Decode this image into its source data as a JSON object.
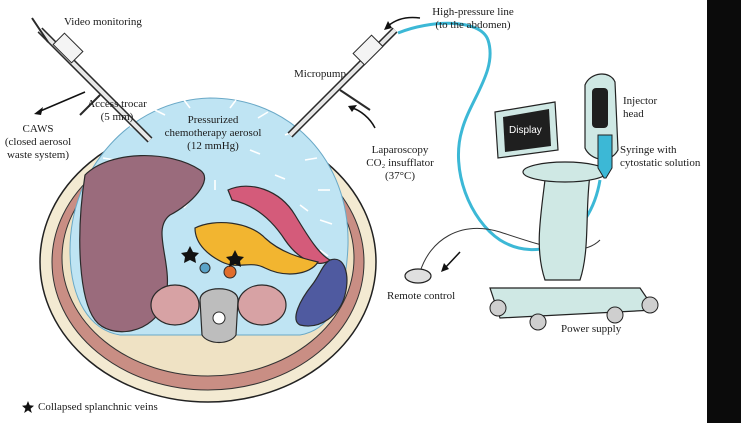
{
  "labels": {
    "video_monitoring": "Video monitoring",
    "access_trocar_line1": "Access trocar",
    "access_trocar_line2": "(5 mm)",
    "caws_line1": "CAWS",
    "caws_line2": "(closed aerosol",
    "caws_line3": "waste system)",
    "aerosol_line1": "Pressurized",
    "aerosol_line2": "chemotherapy aerosol",
    "aerosol_line3": "(12 mmHg)",
    "micropump": "Micropump",
    "high_pressure_line1": "High-pressure line",
    "high_pressure_line2": "(to the abdomen)",
    "laparoscopy_line1": "Laparoscopy",
    "laparoscopy_line2": "CO₂ insufflator",
    "laparoscopy_line3": "(37°C)",
    "display": "Display",
    "injector_line1": "Injector",
    "injector_line2": "head",
    "syringe_line1": "Syringe with",
    "syringe_line2": "cytostatic solution",
    "remote_control": "Remote control",
    "power_supply": "Power supply"
  },
  "legend": {
    "collapsed_veins": "Collapsed splanchnic veins"
  },
  "colors": {
    "aerosol": "#bfe4f3",
    "liver": "#9a6b7c",
    "spleen": "#4f5aa0",
    "stomach": "#d45b7a",
    "pancreas": "#f2b530",
    "kidney": "#d7a2a4",
    "muscle": "#c98e84",
    "fat": "#efe2c4",
    "tube": "#3cb8d6",
    "device": "#cfe8e4",
    "sidebar": "#0b0b0b"
  }
}
